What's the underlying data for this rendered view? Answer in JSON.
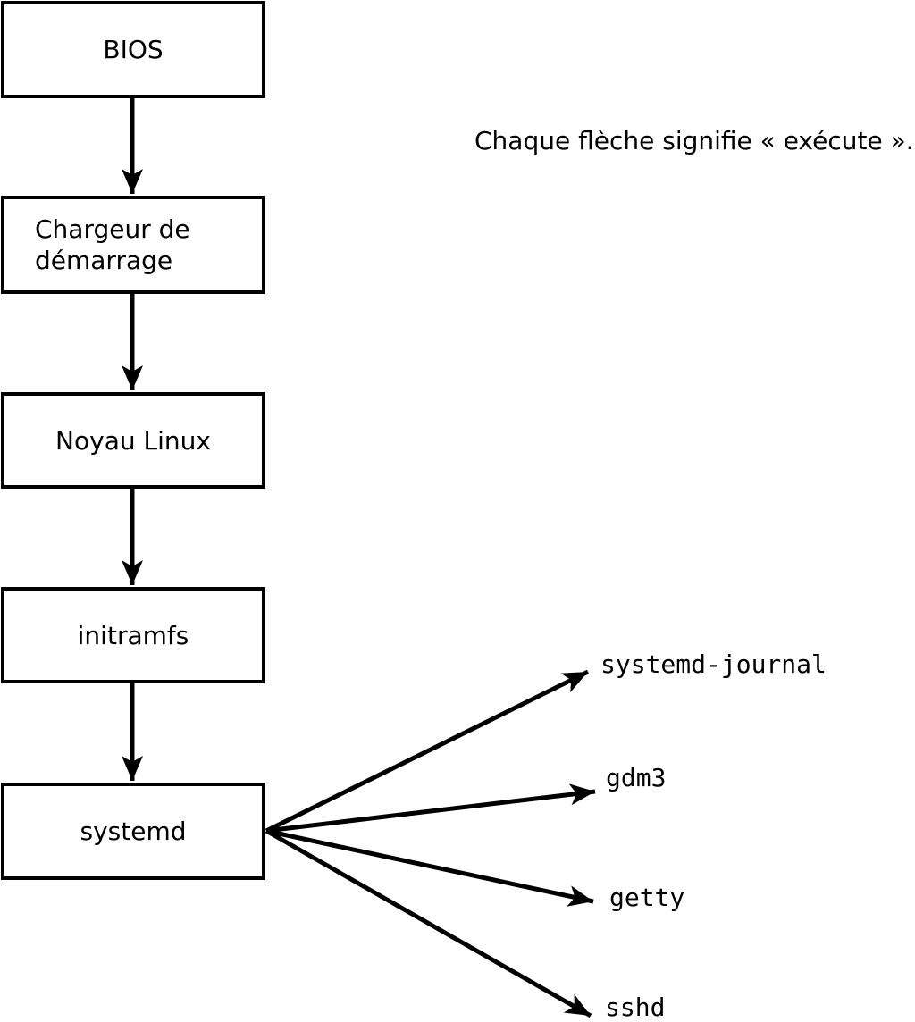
{
  "annotation": "Chaque flèche signifie « exécute ».",
  "chain": [
    {
      "id": "bios",
      "label": "BIOS"
    },
    {
      "id": "bootloader",
      "label": "Chargeur de démarrage"
    },
    {
      "id": "kernel",
      "label": "Noyau Linux"
    },
    {
      "id": "initramfs",
      "label": "initramfs"
    },
    {
      "id": "systemd",
      "label": "systemd"
    }
  ],
  "processes": [
    {
      "id": "systemd-journal",
      "label": "systemd-journal"
    },
    {
      "id": "gdm3",
      "label": "gdm3"
    },
    {
      "id": "getty",
      "label": "getty"
    },
    {
      "id": "sshd",
      "label": "sshd"
    }
  ],
  "colors": {
    "line": "#000000",
    "box_fill": "#ffffff",
    "background": "#ffffff",
    "text": "#000000"
  }
}
